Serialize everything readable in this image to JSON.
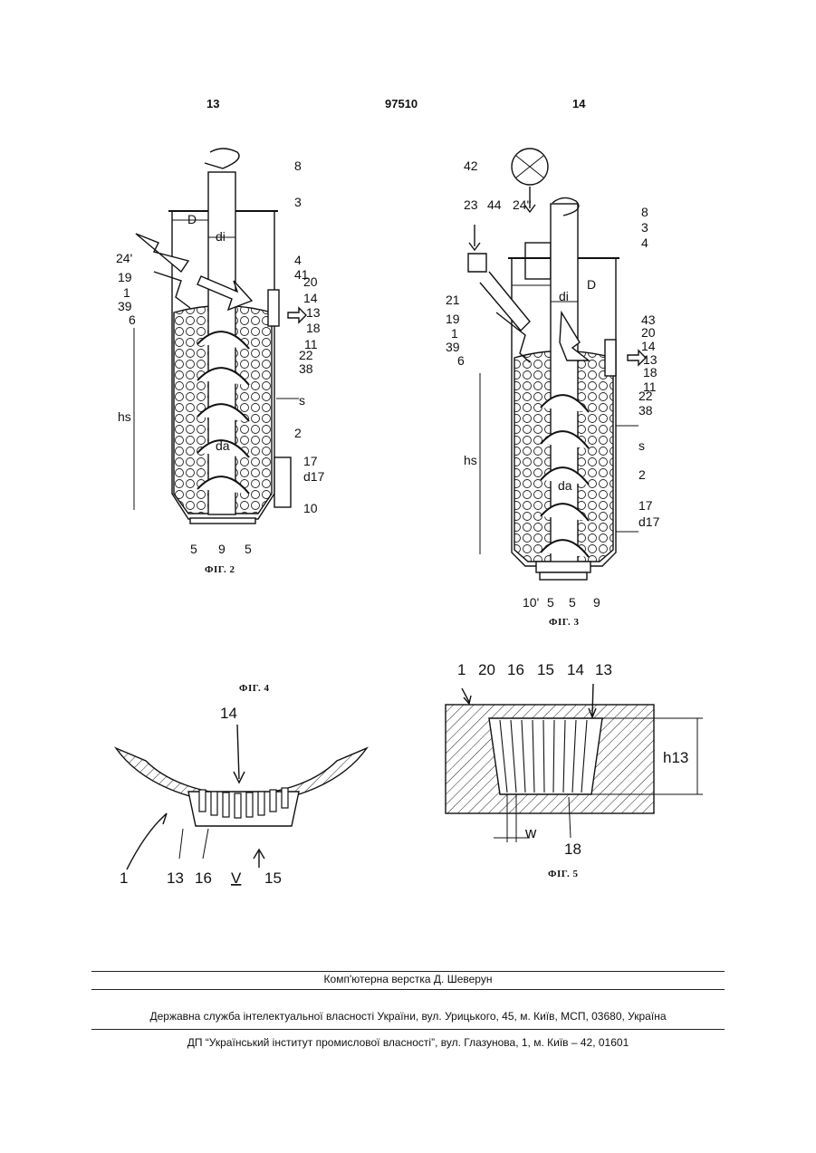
{
  "header": {
    "left_page": "13",
    "patent_number": "97510",
    "right_page": "14"
  },
  "fig2": {
    "caption": "ФІГ. 2",
    "labels": [
      "8",
      "3",
      "D",
      "di",
      "24'",
      "4",
      "41",
      "19",
      "20",
      "1",
      "14",
      "39",
      "13",
      "6",
      "18",
      "11",
      "22",
      "38",
      "s",
      "hs",
      "2",
      "da",
      "17",
      "d17",
      "10",
      "5",
      "9",
      "5"
    ]
  },
  "fig3": {
    "caption": "ФІГ. 3",
    "labels": [
      "42",
      "8",
      "23",
      "44",
      "24\"",
      "3",
      "4",
      "D",
      "di",
      "21",
      "43",
      "19",
      "20",
      "1",
      "14",
      "39",
      "13",
      "6",
      "18",
      "11",
      "22",
      "38",
      "s",
      "hs",
      "2",
      "da",
      "17",
      "d17",
      "10'",
      "5",
      "5",
      "9"
    ]
  },
  "fig4": {
    "caption": "ФІГ. 4",
    "labels": [
      "14",
      "1",
      "13",
      "16",
      "V",
      "15"
    ]
  },
  "fig5": {
    "caption": "ФІГ. 5",
    "labels": [
      "1",
      "20",
      "16",
      "15",
      "14",
      "13",
      "h13",
      "w",
      "18"
    ]
  },
  "footer": {
    "typesetting": "Комп'ютерна верстка Д. Шеверун",
    "agency": "Державна служба інтелектуальної власності України, вул. Урицького, 45, м. Київ, МСП, 03680, Україна",
    "institute": "ДП “Український інститут промислової власності”, вул. Глазунова, 1, м. Київ – 42, 01601"
  }
}
